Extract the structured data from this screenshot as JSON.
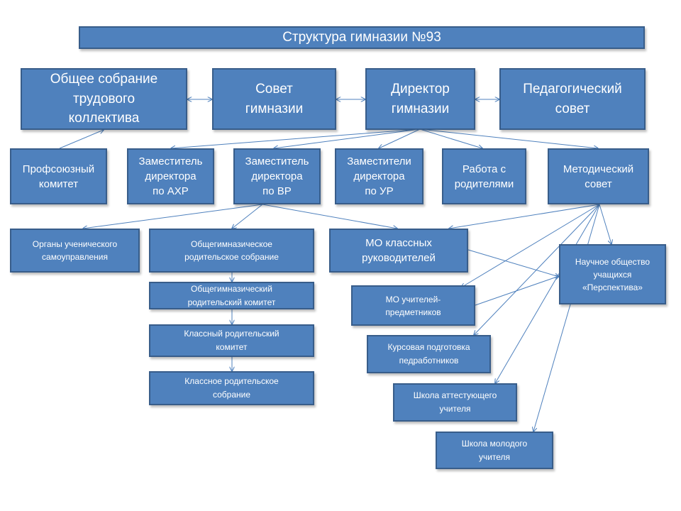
{
  "title": "Структура гимназии №93",
  "nodes": {
    "general_meeting": "Общее собрание\nтрудового\nколлектива",
    "gymnasium_council": "Совет\nгимназии",
    "director": "Директор\nгимназии",
    "pedagogical_council": "Педагогический\nсовет",
    "trade_union": "Профсоюзный\nкомитет",
    "deputy_ahr": "Заместитель\nдиректора\nпо АХР",
    "deputy_vr": "Заместитель\nдиректора\nпо ВР",
    "deputy_ur": "Заместители\nдиректора\nпо УР",
    "parents_work": "Работа с\nродителями",
    "methodical_council": "Методический\nсовет",
    "student_government": "Органы ученического\nсамоуправления",
    "parent_meeting_general": "Общегимназическое\nродительское собрание",
    "mo_class_leaders": "МО классных\nруководителей",
    "scientific_society": "Научное общество\nучащихся\n«Перспектива»",
    "parent_committee_general": "Общегимназический\nродительский комитет",
    "mo_subject_teachers": "МО учителей-\nпредметников",
    "class_parent_committee": "Классный родительский\nкомитет",
    "course_training": "Курсовая подготовка\nпедработников",
    "class_parent_meeting": "Классное родительское\nсобрание",
    "certifying_teacher_school": "Школа аттестующего\nучителя",
    "young_teacher_school": "Школа молодого\nучителя"
  }
}
